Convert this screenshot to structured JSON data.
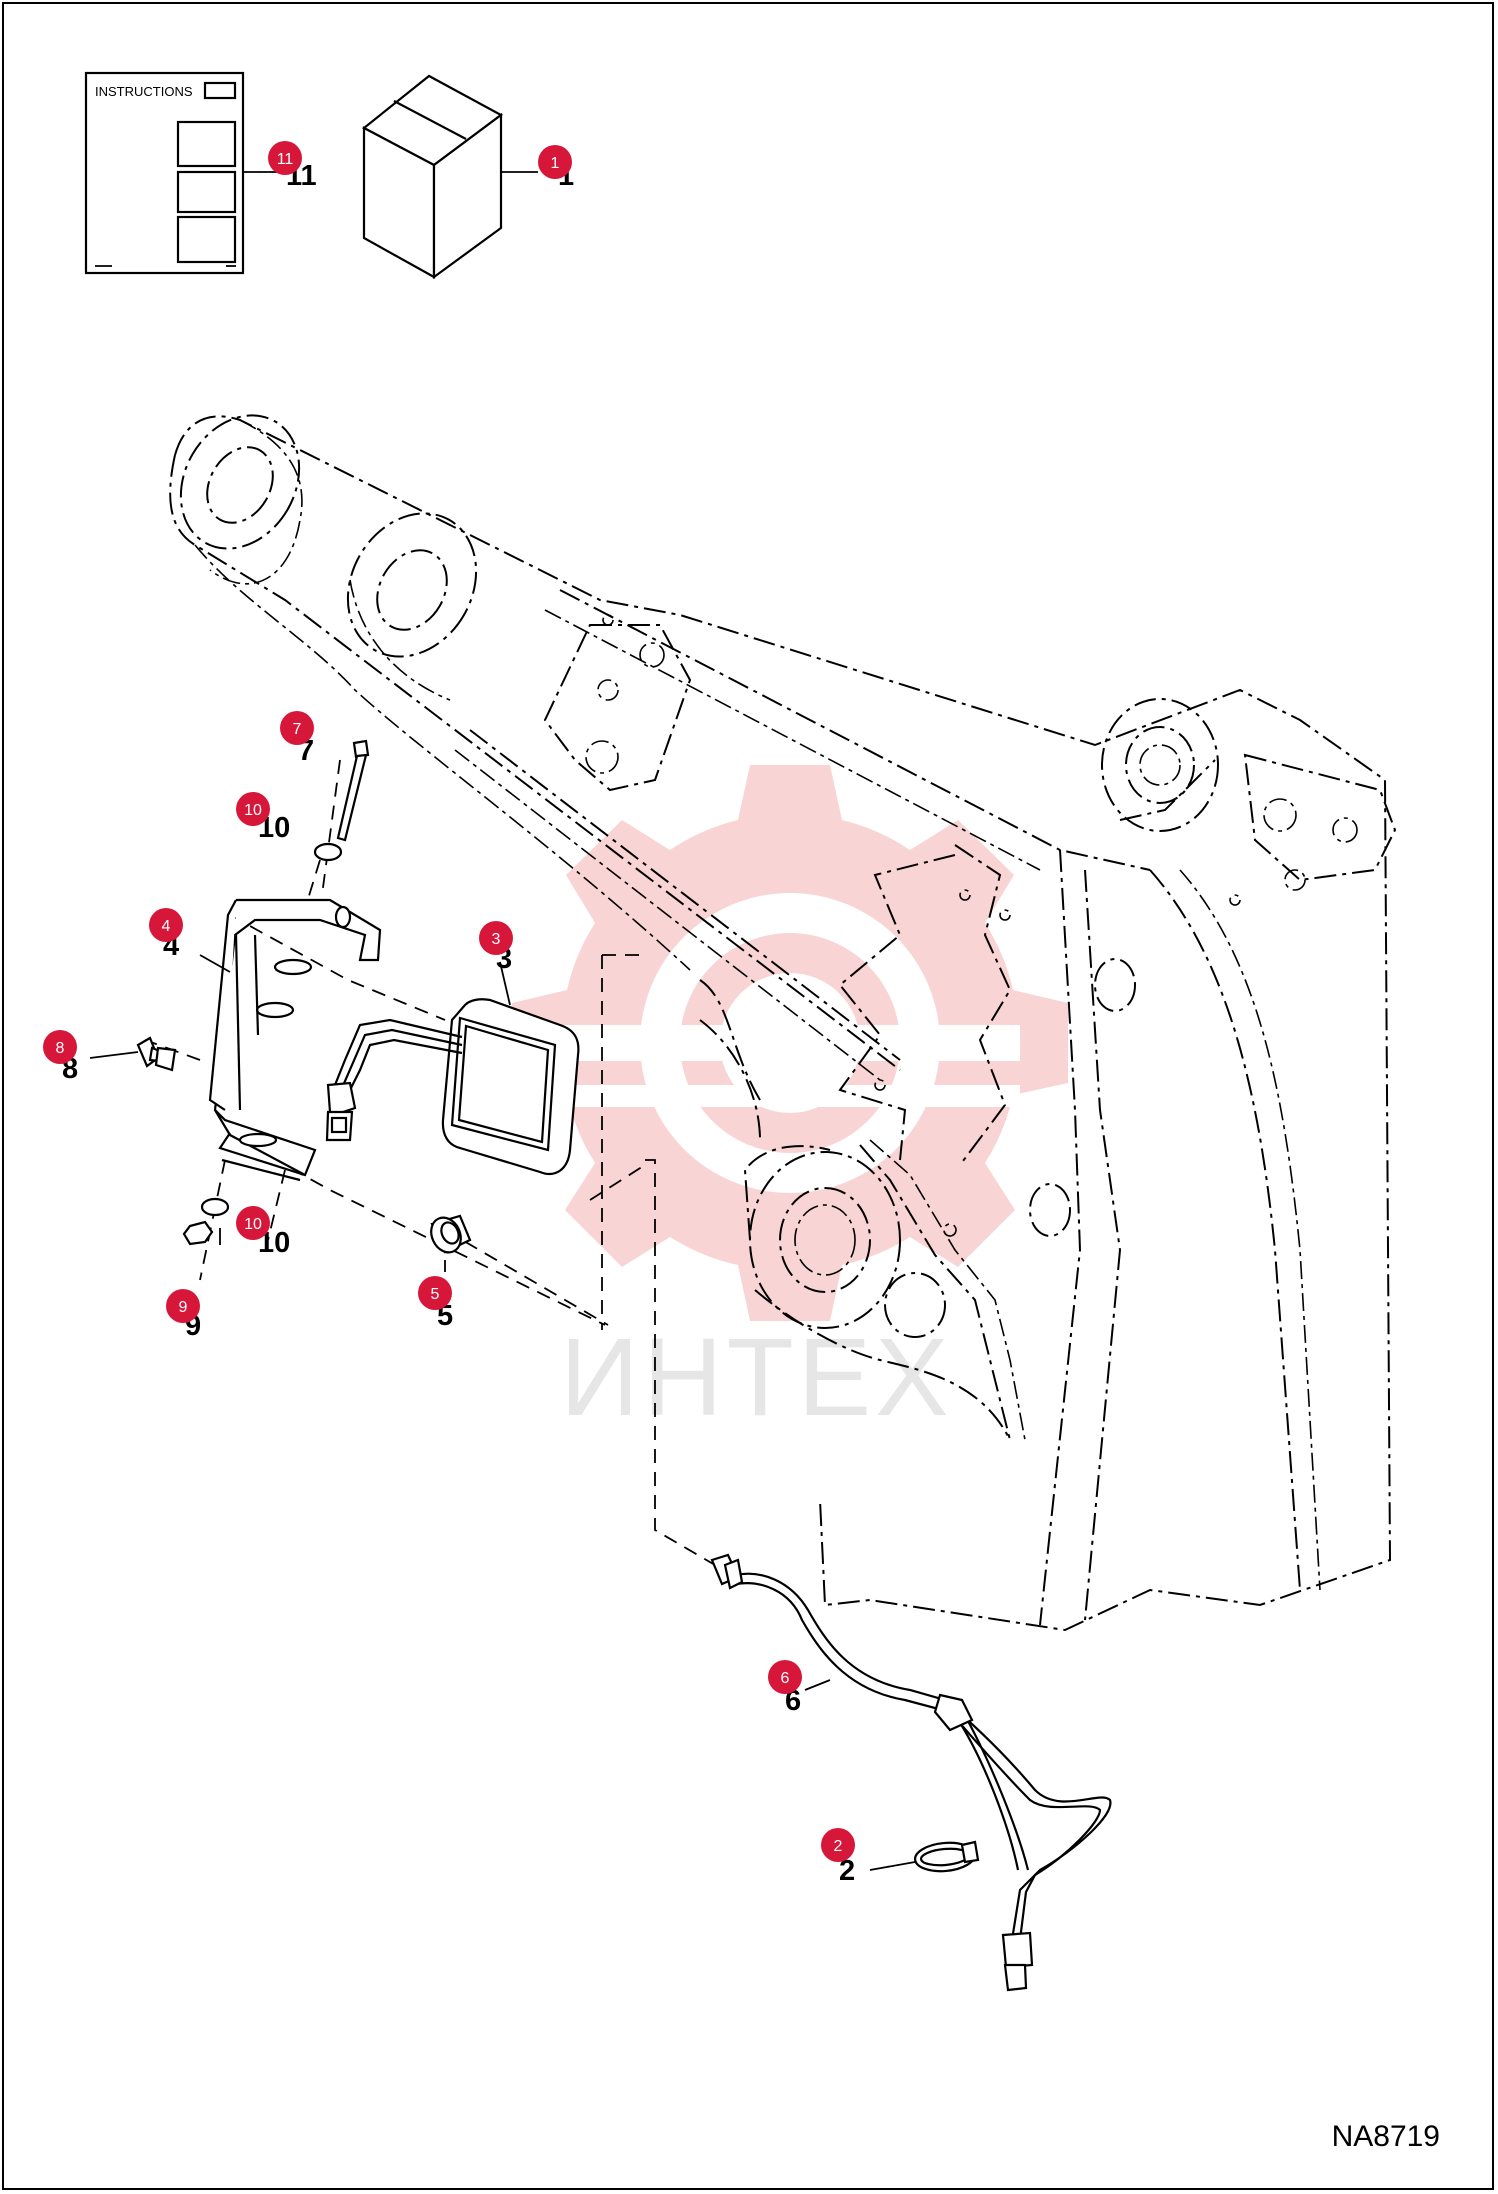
{
  "drawing_id": "NA8719",
  "watermark": "ИНТЕХ",
  "instructions_title": "INSTRUCTIONS",
  "callouts": [
    {
      "id": "c11",
      "badge": "11",
      "label": "11"
    },
    {
      "id": "c1",
      "badge": "1",
      "label": "1"
    },
    {
      "id": "c7",
      "badge": "7",
      "label": "7"
    },
    {
      "id": "c10a",
      "badge": "10",
      "label": "10"
    },
    {
      "id": "c4",
      "badge": "4",
      "label": "4"
    },
    {
      "id": "c3",
      "badge": "3",
      "label": "3"
    },
    {
      "id": "c8",
      "badge": "8",
      "label": "8"
    },
    {
      "id": "c10b",
      "badge": "10",
      "label": "10"
    },
    {
      "id": "c9",
      "badge": "9",
      "label": "9"
    },
    {
      "id": "c5",
      "badge": "5",
      "label": "5"
    },
    {
      "id": "c6",
      "badge": "6",
      "label": "6"
    },
    {
      "id": "c2",
      "badge": "2",
      "label": "2"
    }
  ],
  "colors": {
    "badge": "#d6173a",
    "watermark": "#f6b8b8",
    "line": "#000000"
  }
}
